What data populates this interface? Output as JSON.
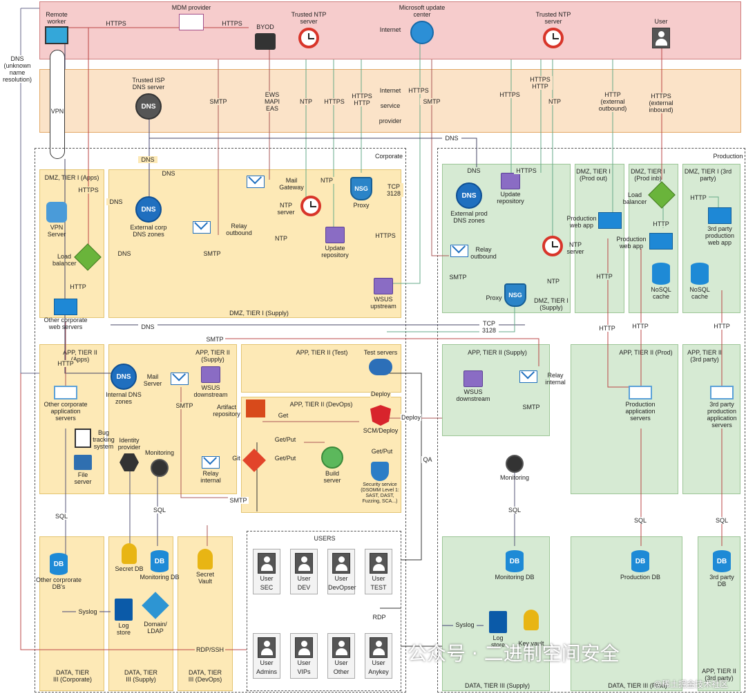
{
  "zones": {
    "internet": "Internet",
    "isp": "Internet\nservice\nprovider",
    "vpn": "VPN",
    "corporate": "Corporate",
    "production": "Production",
    "dmz_apps": "DMZ, TIER I (Apps)",
    "dmz_supply_corp": "DMZ, TIER I (Supply)",
    "dmz_supply_prod": "DMZ, TIER I\n(Supply)",
    "dmz_prod_out": "DMZ, TIER I\n(Prod out)",
    "dmz_prod_inb": "DMZ, TIER I\n(Prod inb)",
    "dmz_3rd": "DMZ, TIER I (3rd\nparty)",
    "app_apps": "APP, TIER II\n(Apps)",
    "app_supply_corp": "APP, TIER II\n(Supply)",
    "app_test": "APP, TIER II (Test)",
    "app_devops": "APP, TIER II (DevOps)",
    "app_supply_prod": "APP, TIER II (Supply)",
    "app_prod": "APP, TIER II (Prod)",
    "app_3rd": "APP, TIER II\n(3rd party)",
    "data_corp": "DATA, TIER\nIII (Corporate)",
    "data_supply_corp": "DATA, TIER\nIII (Supply)",
    "data_devops": "DATA, TIER\nIII (DevOps)",
    "data_supply_prod": "DATA, TIER III (Supply)",
    "data_prod": "DATA, TIER III (Prod)",
    "data_3rd": "APP, TIER II\n(3rd party)",
    "users": "USERS"
  },
  "nodes": {
    "remote_worker": "Remote\nworker",
    "mdm": "MDM provider",
    "byod": "BYOD",
    "trusted_ntp1": "Trusted NTP\nserver",
    "ms_update": "Microsoft update\ncenter",
    "trusted_ntp2": "Trusted NTP\nserver",
    "user_inet": "User",
    "isp_dns": "Trusted ISP\nDNS server",
    "vpn_server": "VPN\nServer",
    "load_balancer_corp": "Load\nbalancer",
    "other_web": "Other corporate\nweb servers",
    "ext_corp_dns": "External corp\nDNS zones",
    "mail_gateway": "Mail\nGateway",
    "ntp_corp": "NTP\nserver",
    "proxy_corp": "Proxy",
    "relay_out_corp": "Relay\noutbound",
    "update_repo_corp": "Update\nrepository",
    "wsus_upstream": "WSUS\nupstream",
    "ext_prod_dns": "External prod\nDNS zones",
    "update_repo_prod": "Update\nrepository",
    "relay_out_prod": "Relay\noutbound",
    "ntp_prod": "NTP\nserver",
    "proxy_prod": "Proxy",
    "prod_web_out": "Production\nweb app",
    "load_balancer_prod": "Load\nbalancer",
    "prod_web_inb": "Production\nweb app",
    "nosql_cache": "NoSQL\ncache",
    "third_web": "3rd party\nproduction\nweb app",
    "third_nosql": "NoSQL\ncache",
    "internal_dns": "Internal DNS\nzones",
    "mail_server": "Mail\nServer",
    "wsus_downstream_corp": "WSUS\ndownstream",
    "other_app": "Other corporate\napplication\nservers",
    "bug_tracking": "Bug\ntracking\nsystem",
    "file_server": "File\nserver",
    "identity_provider": "Identity\nprovider",
    "monitoring_corp": "Monitoring",
    "relay_internal_corp": "Relay\ninternal",
    "test_servers": "Test servers",
    "artifact_repo": "Artifact\nrepository",
    "scm_deploy": "SCM/Deploy",
    "git": "Git",
    "build_server": "Build\nserver",
    "security_service": "Security service\n(DSOMM Level 1:\nSAST, DAST,\nFuzzing, SCA...)",
    "wsus_downstream_prod": "WSUS\ndownstream",
    "relay_internal_prod": "Relay\ninternal",
    "prod_app_servers": "Production\napplication\nservers",
    "third_app_servers": "3rd party\nproduction\napplication\nservers",
    "monitoring_prod": "Monitoring",
    "other_db": "Other corprorate\nDB's",
    "secret_db": "Secret DB",
    "monitoring_db_corp": "Monitoring DB",
    "secret_vault": "Secret\nVault",
    "log_store_corp": "Log\nstore",
    "domain_ldap": "Domain/\nLDAP",
    "monitoring_db_prod": "Monitoring DB",
    "log_store_prod": "Log\nstore",
    "key_vault": "Key vault",
    "production_db": "Production DB",
    "third_db": "3rd party\nDB"
  },
  "users": [
    {
      "top": "User",
      "bottom": "SEC"
    },
    {
      "top": "User",
      "bottom": "DEV"
    },
    {
      "top": "User",
      "bottom": "DevOpser"
    },
    {
      "top": "User",
      "bottom": "TEST"
    },
    {
      "top": "User",
      "bottom": "Admins"
    },
    {
      "top": "User",
      "bottom": "VIPs"
    },
    {
      "top": "User",
      "bottom": "Other"
    },
    {
      "top": "User",
      "bottom": "Anykey"
    }
  ],
  "edge_labels": {
    "https_top1": "HTTPS",
    "https_top2": "HTTPS",
    "dns_unknown": "DNS\n(unknown\nname\nresolution)",
    "smtp_isp": "SMTP",
    "ews": "EWS\nMAPI\nEAS",
    "ntp_isp": "NTP",
    "https_isp1": "HTTPS",
    "https_http_isp": "HTTPS\nHTTP",
    "https_isp2": "HTTPS",
    "smtp_isp2": "SMTP",
    "https_isp3": "HTTPS",
    "https_http_isp2": "HTTPS\nHTTP",
    "ntp_isp2": "NTP",
    "http_ext_out": "HTTP\n(external\noutbound)",
    "https_ext_inb": "HTTPS\n(external\ninbound)",
    "dns_top": "DNS",
    "dns_a": "DNS",
    "dns_b": "DNS",
    "dns_c": "DNS",
    "dns_d": "DNS",
    "dns_e": "DNS",
    "https_vpn": "HTTPS",
    "ntp_corp1": "NTP",
    "ntp_corp2": "NTP",
    "tcp3128": "TCP\n3128",
    "https_update": "HTTPS",
    "smtp_relay": "SMTP",
    "http_lb": "HTTP",
    "dns_prod": "DNS",
    "https_prod": "HTTPS",
    "smtp_prod": "SMTP",
    "ntp_prod": "NTP",
    "tcp3128_prod": "TCP\n3128",
    "http_web": "HTTP",
    "http_3rd": "HTTP",
    "http_prod1": "HTTP",
    "http_prod2": "HTTP",
    "http_prod3": "HTTP",
    "http_3rd2": "HTTP",
    "smtp_app": "SMTP",
    "http_app": "HTTP",
    "smtp_mail": "SMTP",
    "get1": "Get",
    "getput1": "Get/Put",
    "getput2": "Get/Put",
    "getput3": "Get/Put",
    "deploy1": "Deploy",
    "deploy2": "Deploy",
    "qa": "QA",
    "smtp_relay_int": "SMTP",
    "smtp_prod_app": "SMTP",
    "sql_corp1": "SQL",
    "sql_corp2": "SQL",
    "sql_prod1": "SQL",
    "sql_prod2": "SQL",
    "sql_prod3": "SQL",
    "syslog1": "Syslog",
    "syslog2": "Syslog",
    "rdp_ssh": "RDP/SSH",
    "rdp": "RDP"
  },
  "watermark": "公众号 · 二进制空间安全",
  "watermark2": "@稀土掘金技术社区"
}
